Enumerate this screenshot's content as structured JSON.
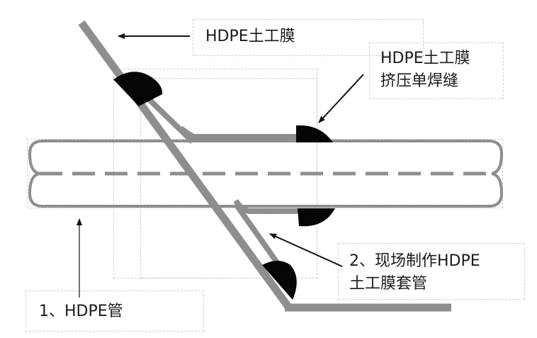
{
  "labels": {
    "geomembrane": "HDPE土工膜",
    "weld_line1": "HDPE土工膜",
    "weld_line2": "挤压单焊缝",
    "sleeve_line1": "2、现场制作HDPE",
    "sleeve_line2": "土工膜套管",
    "pipe": "1、HDPE管"
  },
  "colors": {
    "membrane": "#8e8e8e",
    "weld": "#050505",
    "pipe_outline": "#8e8e8e",
    "arrow": "#111111",
    "guide": "#d2d2d2"
  },
  "icons": {
    "arrow_to_membrane": "arrow-left-icon",
    "arrow_to_weld": "arrow-down-left-icon",
    "arrow_to_sleeve": "arrow-up-left-icon",
    "arrow_to_pipe": "arrow-up-icon"
  }
}
